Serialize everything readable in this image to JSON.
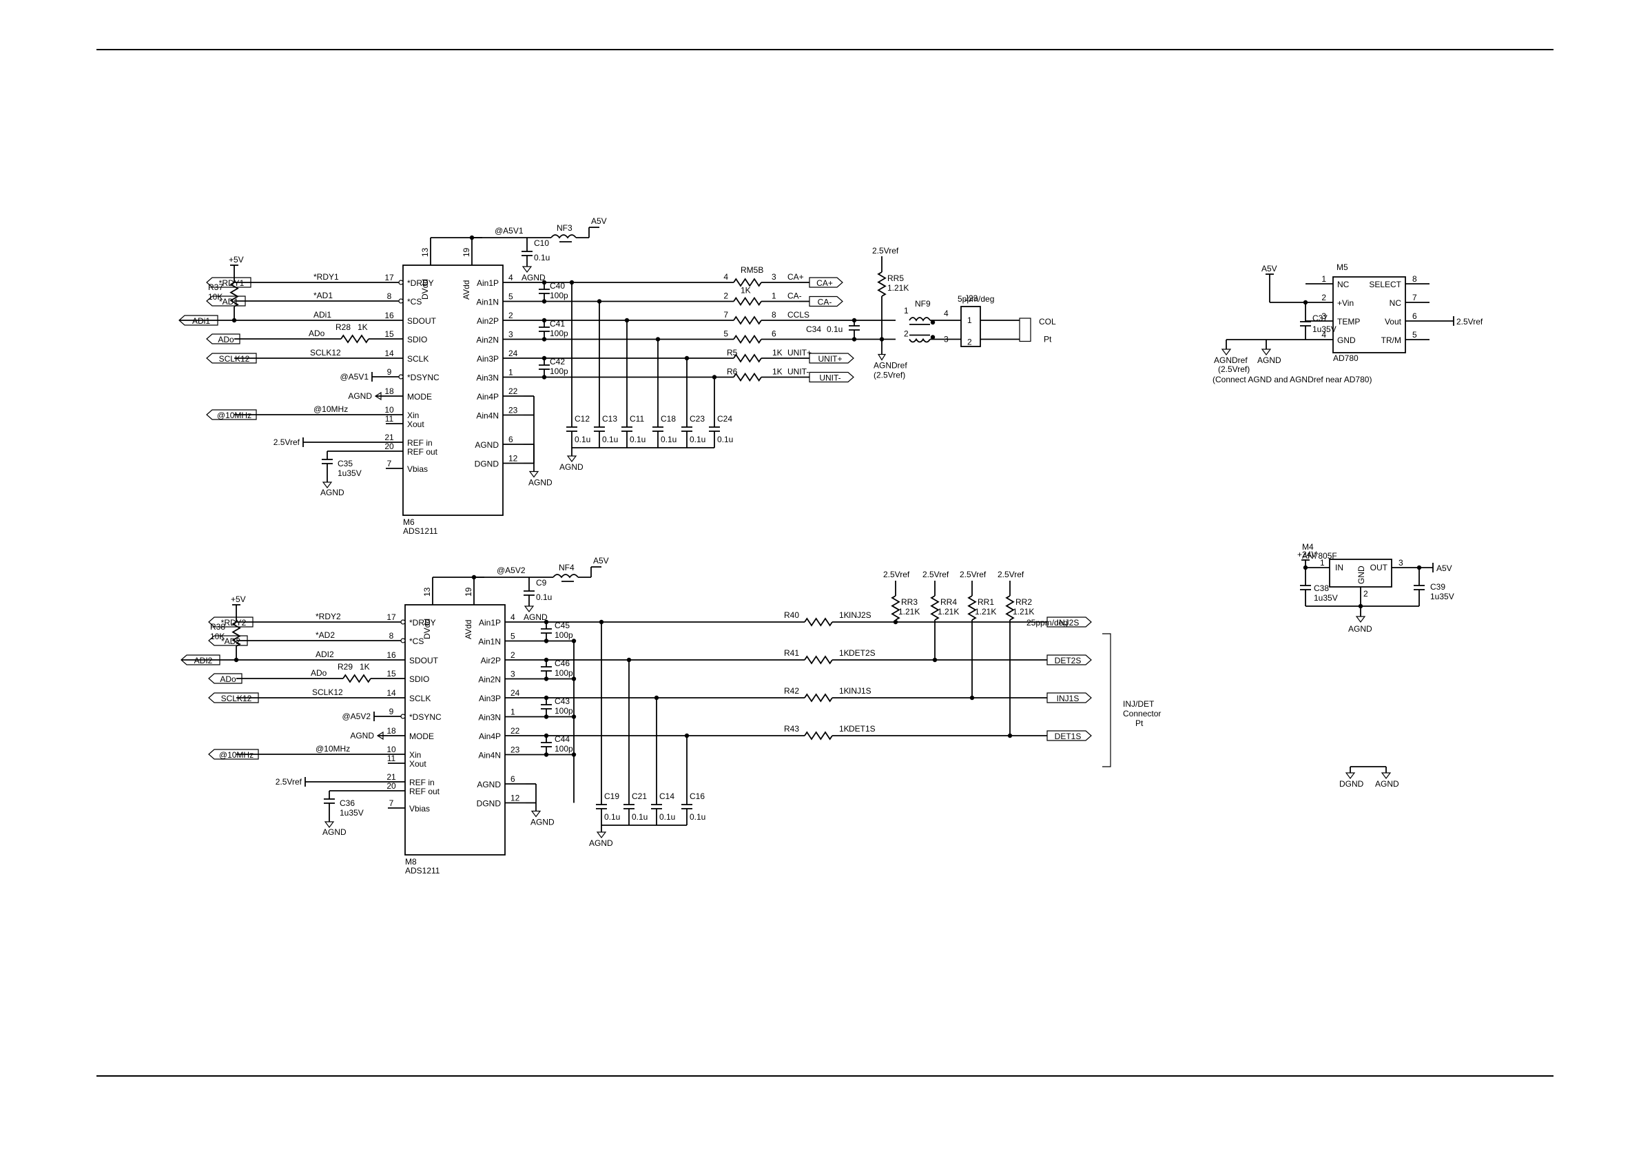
{
  "u1": {
    "ref": "M6",
    "part": "ADS1211",
    "top_pins": [
      {
        "num": "13",
        "name": "DVdd"
      },
      {
        "num": "19",
        "name": "AVdd"
      }
    ],
    "left_pins": [
      {
        "num": "17",
        "name": "*DRDY",
        "net": "*RDY1",
        "port": "*RDY1"
      },
      {
        "num": "8",
        "name": "*CS",
        "net": "*AD1",
        "port": "*AD1"
      },
      {
        "num": "16",
        "name": "SDOUT",
        "net": "ADi1",
        "port": ""
      },
      {
        "num": "15",
        "name": "SDIO",
        "net": "ADo",
        "port": "ADo"
      },
      {
        "num": "14",
        "name": "SCLK",
        "net": "SCLK12",
        "port": "SCLK12"
      },
      {
        "num": "9",
        "name": "*DSYNC",
        "net": "",
        "port": "@A5V1"
      },
      {
        "num": "18",
        "name": "MODE",
        "net": "",
        "port": "AGND"
      },
      {
        "num": "10",
        "name": "Xin",
        "net": "@10MHz",
        "port": "@10MHz"
      },
      {
        "num": "11",
        "name": "Xout",
        "net": "",
        "port": ""
      },
      {
        "num": "21",
        "name": "REF in",
        "net": "2.5Vref",
        "port": ""
      },
      {
        "num": "20",
        "name": "REF out",
        "net": "",
        "port": ""
      },
      {
        "num": "7",
        "name": "Vbias",
        "net": "",
        "port": ""
      }
    ],
    "right_pins": [
      {
        "num": "4",
        "name": "Ain1P"
      },
      {
        "num": "5",
        "name": "Ain1N"
      },
      {
        "num": "2",
        "name": "Ain2P"
      },
      {
        "num": "3",
        "name": "Ain2N"
      },
      {
        "num": "24",
        "name": "Ain3P"
      },
      {
        "num": "1",
        "name": "Ain3N"
      },
      {
        "num": "22",
        "name": "Ain4P"
      },
      {
        "num": "23",
        "name": "Ain4N"
      },
      {
        "num": "6",
        "name": "AGND"
      },
      {
        "num": "12",
        "name": "DGND"
      }
    ],
    "supply": "@A5V1",
    "supply_cap": "C10",
    "supply_cap_value": "0.1u",
    "filter": "NF3",
    "rail": "A5V",
    "gnd": "AGND",
    "pullup_supply": "+5V",
    "pullup_ref": "R37",
    "pullup_value": "10K",
    "sdout_port": "ADi1",
    "series_ref": "R28",
    "series_value": "1K",
    "ref_net": "2.5Vref",
    "ref_cap": "C35",
    "ref_cap_value": "1u35V",
    "diff_caps": [
      {
        "ref": "C40",
        "value": "100p"
      },
      {
        "ref": "C41",
        "value": "100p"
      },
      {
        "ref": "C42",
        "value": "100p"
      }
    ],
    "shunt_caps": [
      {
        "ref": "C12",
        "value": "0.1u"
      },
      {
        "ref": "C13",
        "value": "0.1u"
      },
      {
        "ref": "C11",
        "value": "0.1u"
      },
      {
        "ref": "C18",
        "value": "0.1u"
      },
      {
        "ref": "C23",
        "value": "0.1u"
      },
      {
        "ref": "C24",
        "value": "0.1u"
      }
    ],
    "channels": [
      {
        "res_ref": "RM5B",
        "res_value": "1K",
        "pin_a": "4",
        "pin_b": "3",
        "net": "CA+",
        "port": "CA+"
      },
      {
        "res_ref": "",
        "res_value": "",
        "pin_a": "2",
        "pin_b": "1",
        "net": "CA-",
        "port": "CA-"
      },
      {
        "res_ref": "",
        "res_value": "",
        "pin_a": "7",
        "pin_b": "8",
        "net": "CCLS",
        "port": ""
      },
      {
        "res_ref": "",
        "res_value": "",
        "pin_a": "5",
        "pin_b": "6",
        "net": "",
        "port": ""
      },
      {
        "res_ref": "R5",
        "res_value": "1K",
        "pin_a": "",
        "pin_b": "",
        "net": "UNIT+",
        "port": "UNIT+"
      },
      {
        "res_ref": "R6",
        "res_value": "1K",
        "pin_a": "",
        "pin_b": "",
        "net": "UNIT-",
        "port": "UNIT-"
      }
    ],
    "cap_c34": "C34",
    "cap_c34_value": "0.1u",
    "rr5_net": "2.5Vref",
    "rr5_ref": "RR5",
    "rr5_value": "1.21K",
    "nf9": "NF9",
    "nf9_pins": [
      "1",
      "4",
      "2",
      "3"
    ],
    "tempco": "5ppm/deg",
    "j23": "J23",
    "j23_pins": [
      "1",
      "2"
    ],
    "col_label": "COL",
    "col_pt": "Pt",
    "agndref": "AGNDref",
    "agndref_sub": "(2.5Vref)"
  },
  "u2": {
    "ref": "M8",
    "part": "ADS1211",
    "top_pins": [
      {
        "num": "13",
        "name": "DVdd"
      },
      {
        "num": "19",
        "name": "AVdd"
      }
    ],
    "left_pins": [
      {
        "num": "17",
        "name": "*DRDY",
        "net": "*RDY2",
        "port": "*RDY2"
      },
      {
        "num": "8",
        "name": "*CS",
        "net": "*AD2",
        "port": "*AD2"
      },
      {
        "num": "16",
        "name": "SDOUT",
        "net": "ADI2",
        "port": ""
      },
      {
        "num": "15",
        "name": "SDIO",
        "net": "ADo",
        "port": "ADo"
      },
      {
        "num": "14",
        "name": "SCLK",
        "net": "SCLK12",
        "port": "SCLK12"
      },
      {
        "num": "9",
        "name": "*DSYNC",
        "net": "",
        "port": "@A5V2"
      },
      {
        "num": "18",
        "name": "MODE",
        "net": "",
        "port": "AGND"
      },
      {
        "num": "10",
        "name": "Xin",
        "net": "@10MHz",
        "port": "@10MHz"
      },
      {
        "num": "11",
        "name": "Xout",
        "net": "",
        "port": ""
      },
      {
        "num": "21",
        "name": "REF in",
        "net": "2.5Vref",
        "port": ""
      },
      {
        "num": "20",
        "name": "REF out",
        "net": "",
        "port": ""
      },
      {
        "num": "7",
        "name": "Vbias",
        "net": "",
        "port": ""
      }
    ],
    "right_pins": [
      {
        "num": "4",
        "name": "Ain1P"
      },
      {
        "num": "5",
        "name": "Ain1N"
      },
      {
        "num": "2",
        "name": "Air2P"
      },
      {
        "num": "3",
        "name": "Ain2N"
      },
      {
        "num": "24",
        "name": "Ain3P"
      },
      {
        "num": "1",
        "name": "Ain3N"
      },
      {
        "num": "22",
        "name": "Ain4P"
      },
      {
        "num": "23",
        "name": "Ain4N"
      },
      {
        "num": "6",
        "name": "AGND"
      },
      {
        "num": "12",
        "name": "DGND"
      }
    ],
    "supply": "@A5V2",
    "supply_cap": "C9",
    "supply_cap_value": "0.1u",
    "filter": "NF4",
    "rail": "A5V",
    "gnd": "AGND",
    "pullup_supply": "+5V",
    "pullup_ref": "R38",
    "pullup_value": "10K",
    "sdout_port": "ADI2",
    "series_ref": "R29",
    "series_value": "1K",
    "ref_net": "2.5Vref",
    "ref_cap": "C36",
    "ref_cap_value": "1u35V",
    "diff_caps": [
      {
        "ref": "C45",
        "value": "100p"
      },
      {
        "ref": "C46",
        "value": "100p"
      },
      {
        "ref": "C43",
        "value": "100p"
      },
      {
        "ref": "C44",
        "value": "100p"
      }
    ],
    "shunt_caps": [
      {
        "ref": "C19",
        "value": "0.1u"
      },
      {
        "ref": "C21",
        "value": "0.1u"
      },
      {
        "ref": "C14",
        "value": "0.1u"
      },
      {
        "ref": "C16",
        "value": "0.1u"
      }
    ],
    "channels": [
      {
        "res_ref": "R40",
        "res_value": "1K",
        "net": "INJ2S",
        "port": "INJ2S"
      },
      {
        "res_ref": "R41",
        "res_value": "1K",
        "net": "DET2S",
        "port": "DET2S"
      },
      {
        "res_ref": "R42",
        "res_value": "1K",
        "net": "INJ1S",
        "port": "INJ1S"
      },
      {
        "res_ref": "R43",
        "res_value": "1K",
        "net": "DET1S",
        "port": "DET1S"
      }
    ],
    "ref_resistors": [
      {
        "net": "2.5Vref",
        "ref": "RR3",
        "value": "1.21K"
      },
      {
        "net": "2.5Vref",
        "ref": "RR4",
        "value": "1.21K"
      },
      {
        "net": "2.5Vref",
        "ref": "RR1",
        "value": "1.21K"
      },
      {
        "net": "2.5Vref",
        "ref": "RR2",
        "value": "1.21K"
      }
    ],
    "tempco": "25ppm/deg",
    "connector_label": [
      "INJ/DET",
      "Connector",
      "Pt"
    ]
  },
  "ref_ic": {
    "ref": "M5",
    "part": "AD780",
    "left_pins": [
      {
        "num": "1",
        "name": "NC"
      },
      {
        "num": "2",
        "name": "+Vin"
      },
      {
        "num": "3",
        "name": "TEMP"
      },
      {
        "num": "4",
        "name": "GND"
      }
    ],
    "right_pins": [
      {
        "num": "8",
        "name": "SELECT"
      },
      {
        "num": "7",
        "name": "NC"
      },
      {
        "num": "6",
        "name": "Vout"
      },
      {
        "num": "5",
        "name": "TR/M"
      }
    ],
    "supply": "A5V",
    "cap": "C37",
    "cap_value": "1u35V",
    "gnd_ref": "AGNDref",
    "gnd_ref_sub": "(2.5Vref)",
    "gnd": "AGND",
    "output_net": "2.5Vref",
    "note": "(Connect AGND and AGNDref near AD780)"
  },
  "regulator": {
    "ref": "M4",
    "part": "AN7805F",
    "in_label": "IN",
    "out_label": "OUT",
    "gnd_label": "GND",
    "pin_in": "1",
    "pin_out": "3",
    "pin_gnd": "2",
    "input": "+24V",
    "output": "A5V",
    "cap_in": "C38",
    "cap_in_value": "1u35V",
    "cap_out": "C39",
    "cap_out_value": "1u35V",
    "gnd": "AGND"
  },
  "ground_tie": {
    "left": "DGND",
    "right": "AGND"
  }
}
